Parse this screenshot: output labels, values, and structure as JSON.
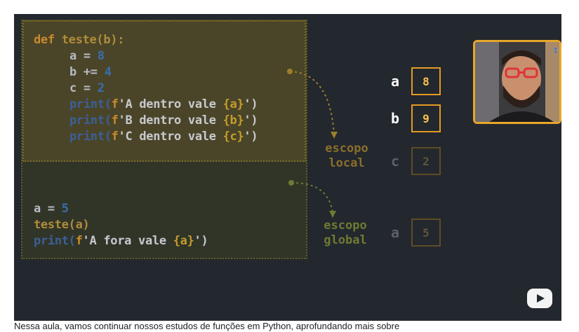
{
  "code": {
    "local_lines": [
      [
        {
          "t": "def ",
          "c": "kw"
        },
        {
          "t": "teste(b):",
          "c": "fn"
        }
      ],
      [
        {
          "t": "a = ",
          "c": "var"
        },
        {
          "t": "8",
          "c": "num"
        }
      ],
      [
        {
          "t": "b += ",
          "c": "var"
        },
        {
          "t": "4",
          "c": "num"
        }
      ],
      [
        {
          "t": "c = ",
          "c": "var"
        },
        {
          "t": "2",
          "c": "num"
        }
      ],
      [
        {
          "t": "print(",
          "c": "pr"
        },
        {
          "t": "f",
          "c": "kw"
        },
        {
          "t": "'A dentro vale ",
          "c": "str"
        },
        {
          "t": "{a}",
          "c": "brace"
        },
        {
          "t": "')",
          "c": "str"
        }
      ],
      [
        {
          "t": "print(",
          "c": "pr"
        },
        {
          "t": "f",
          "c": "kw"
        },
        {
          "t": "'B dentro vale ",
          "c": "str"
        },
        {
          "t": "{b}",
          "c": "brace"
        },
        {
          "t": "')",
          "c": "str"
        }
      ],
      [
        {
          "t": "print(",
          "c": "pr"
        },
        {
          "t": "f",
          "c": "kw"
        },
        {
          "t": "'C dentro vale ",
          "c": "str"
        },
        {
          "t": "{c}",
          "c": "brace"
        },
        {
          "t": "')",
          "c": "str"
        }
      ]
    ],
    "global_lines": [
      [
        {
          "t": "a = ",
          "c": "var"
        },
        {
          "t": "5",
          "c": "num"
        }
      ],
      [
        {
          "t": "teste(a)",
          "c": "fn"
        }
      ],
      [
        {
          "t": "print(",
          "c": "pr"
        },
        {
          "t": "f",
          "c": "kw"
        },
        {
          "t": "'A fora vale ",
          "c": "str"
        },
        {
          "t": "{a}",
          "c": "brace"
        },
        {
          "t": "')",
          "c": "str"
        }
      ]
    ]
  },
  "scopes": {
    "local_label": "escopo\nlocal",
    "global_label": "escopo\nglobal"
  },
  "variables": [
    {
      "name": "a",
      "value": "8",
      "state": "active"
    },
    {
      "name": "b",
      "value": "9",
      "state": "active"
    },
    {
      "name": "c",
      "value": "2",
      "state": "dim"
    },
    {
      "name": "a",
      "value": "5",
      "state": "dim"
    }
  ],
  "caption": "Nessa aula, vamos continuar nossos estudos de funções em Python, aprofundando mais sobre",
  "colors": {
    "accent": "#e49a22",
    "background": "#23272e"
  }
}
